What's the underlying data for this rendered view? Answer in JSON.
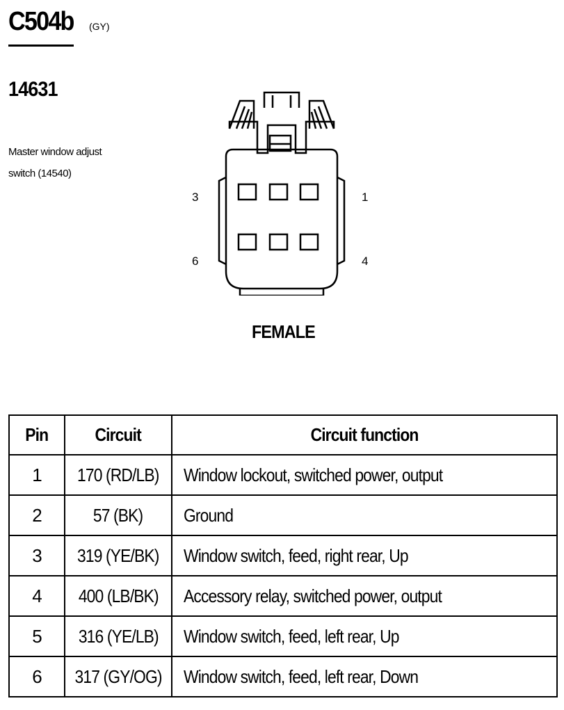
{
  "connector": {
    "id": "C504b",
    "color_code": "(GY)",
    "part_number": "14631",
    "description": "Master window adjust switch (14540)",
    "gender": "FEMALE",
    "pin_labels": {
      "top_left": "3",
      "top_right": "1",
      "bottom_left": "6",
      "bottom_right": "4"
    }
  },
  "table": {
    "headers": {
      "pin": "Pin",
      "circuit": "Circuit",
      "function": "Circuit function"
    },
    "rows": [
      {
        "pin": "1",
        "circuit": "170 (RD/LB)",
        "function": "Window lockout, switched power, output"
      },
      {
        "pin": "2",
        "circuit": "57 (BK)",
        "function": "Ground"
      },
      {
        "pin": "3",
        "circuit": "319 (YE/BK)",
        "function": "Window switch, feed, right rear, Up"
      },
      {
        "pin": "4",
        "circuit": "400 (LB/BK)",
        "function": "Accessory relay, switched power, output"
      },
      {
        "pin": "5",
        "circuit": "316 (YE/LB)",
        "function": "Window switch, feed, left rear, Up"
      },
      {
        "pin": "6",
        "circuit": "317 (GY/OG)",
        "function": "Window switch, feed, left rear, Down"
      }
    ]
  }
}
